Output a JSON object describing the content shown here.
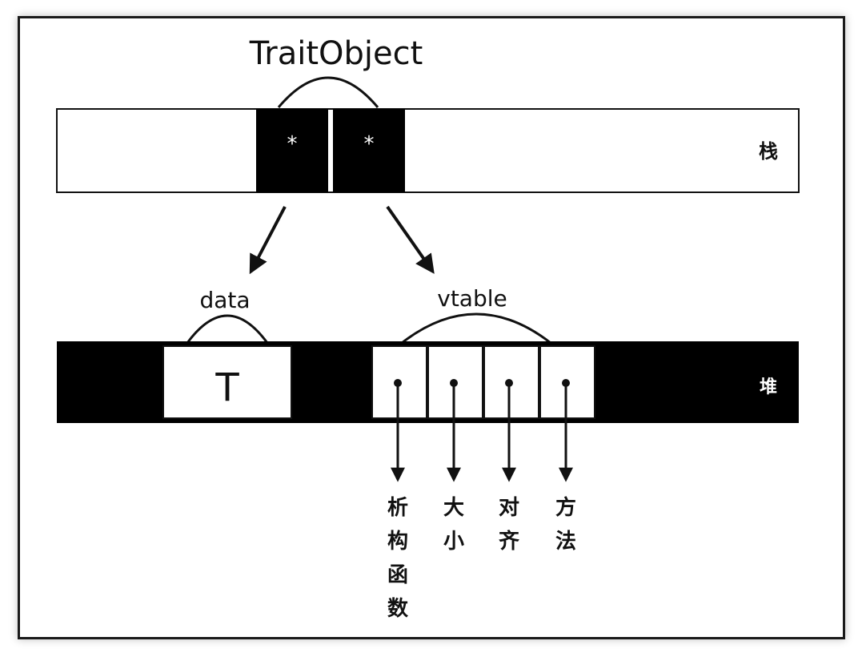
{
  "title": "TraitObject",
  "stack": {
    "label": "栈",
    "pointers": [
      "*",
      "*"
    ]
  },
  "heap": {
    "label": "堆",
    "data": {
      "label": "data",
      "value": "T"
    },
    "vtable": {
      "label": "vtable",
      "entries": [
        {
          "name": "destructor",
          "chars": [
            "析",
            "构",
            "函",
            "数"
          ]
        },
        {
          "name": "size",
          "chars": [
            "大",
            "小"
          ]
        },
        {
          "name": "align",
          "chars": [
            "对",
            "齐"
          ]
        },
        {
          "name": "method",
          "chars": [
            "方",
            "法"
          ]
        }
      ]
    }
  },
  "colors": {
    "fill": "#000000",
    "box": "#ffffff",
    "stroke": "#111111"
  }
}
